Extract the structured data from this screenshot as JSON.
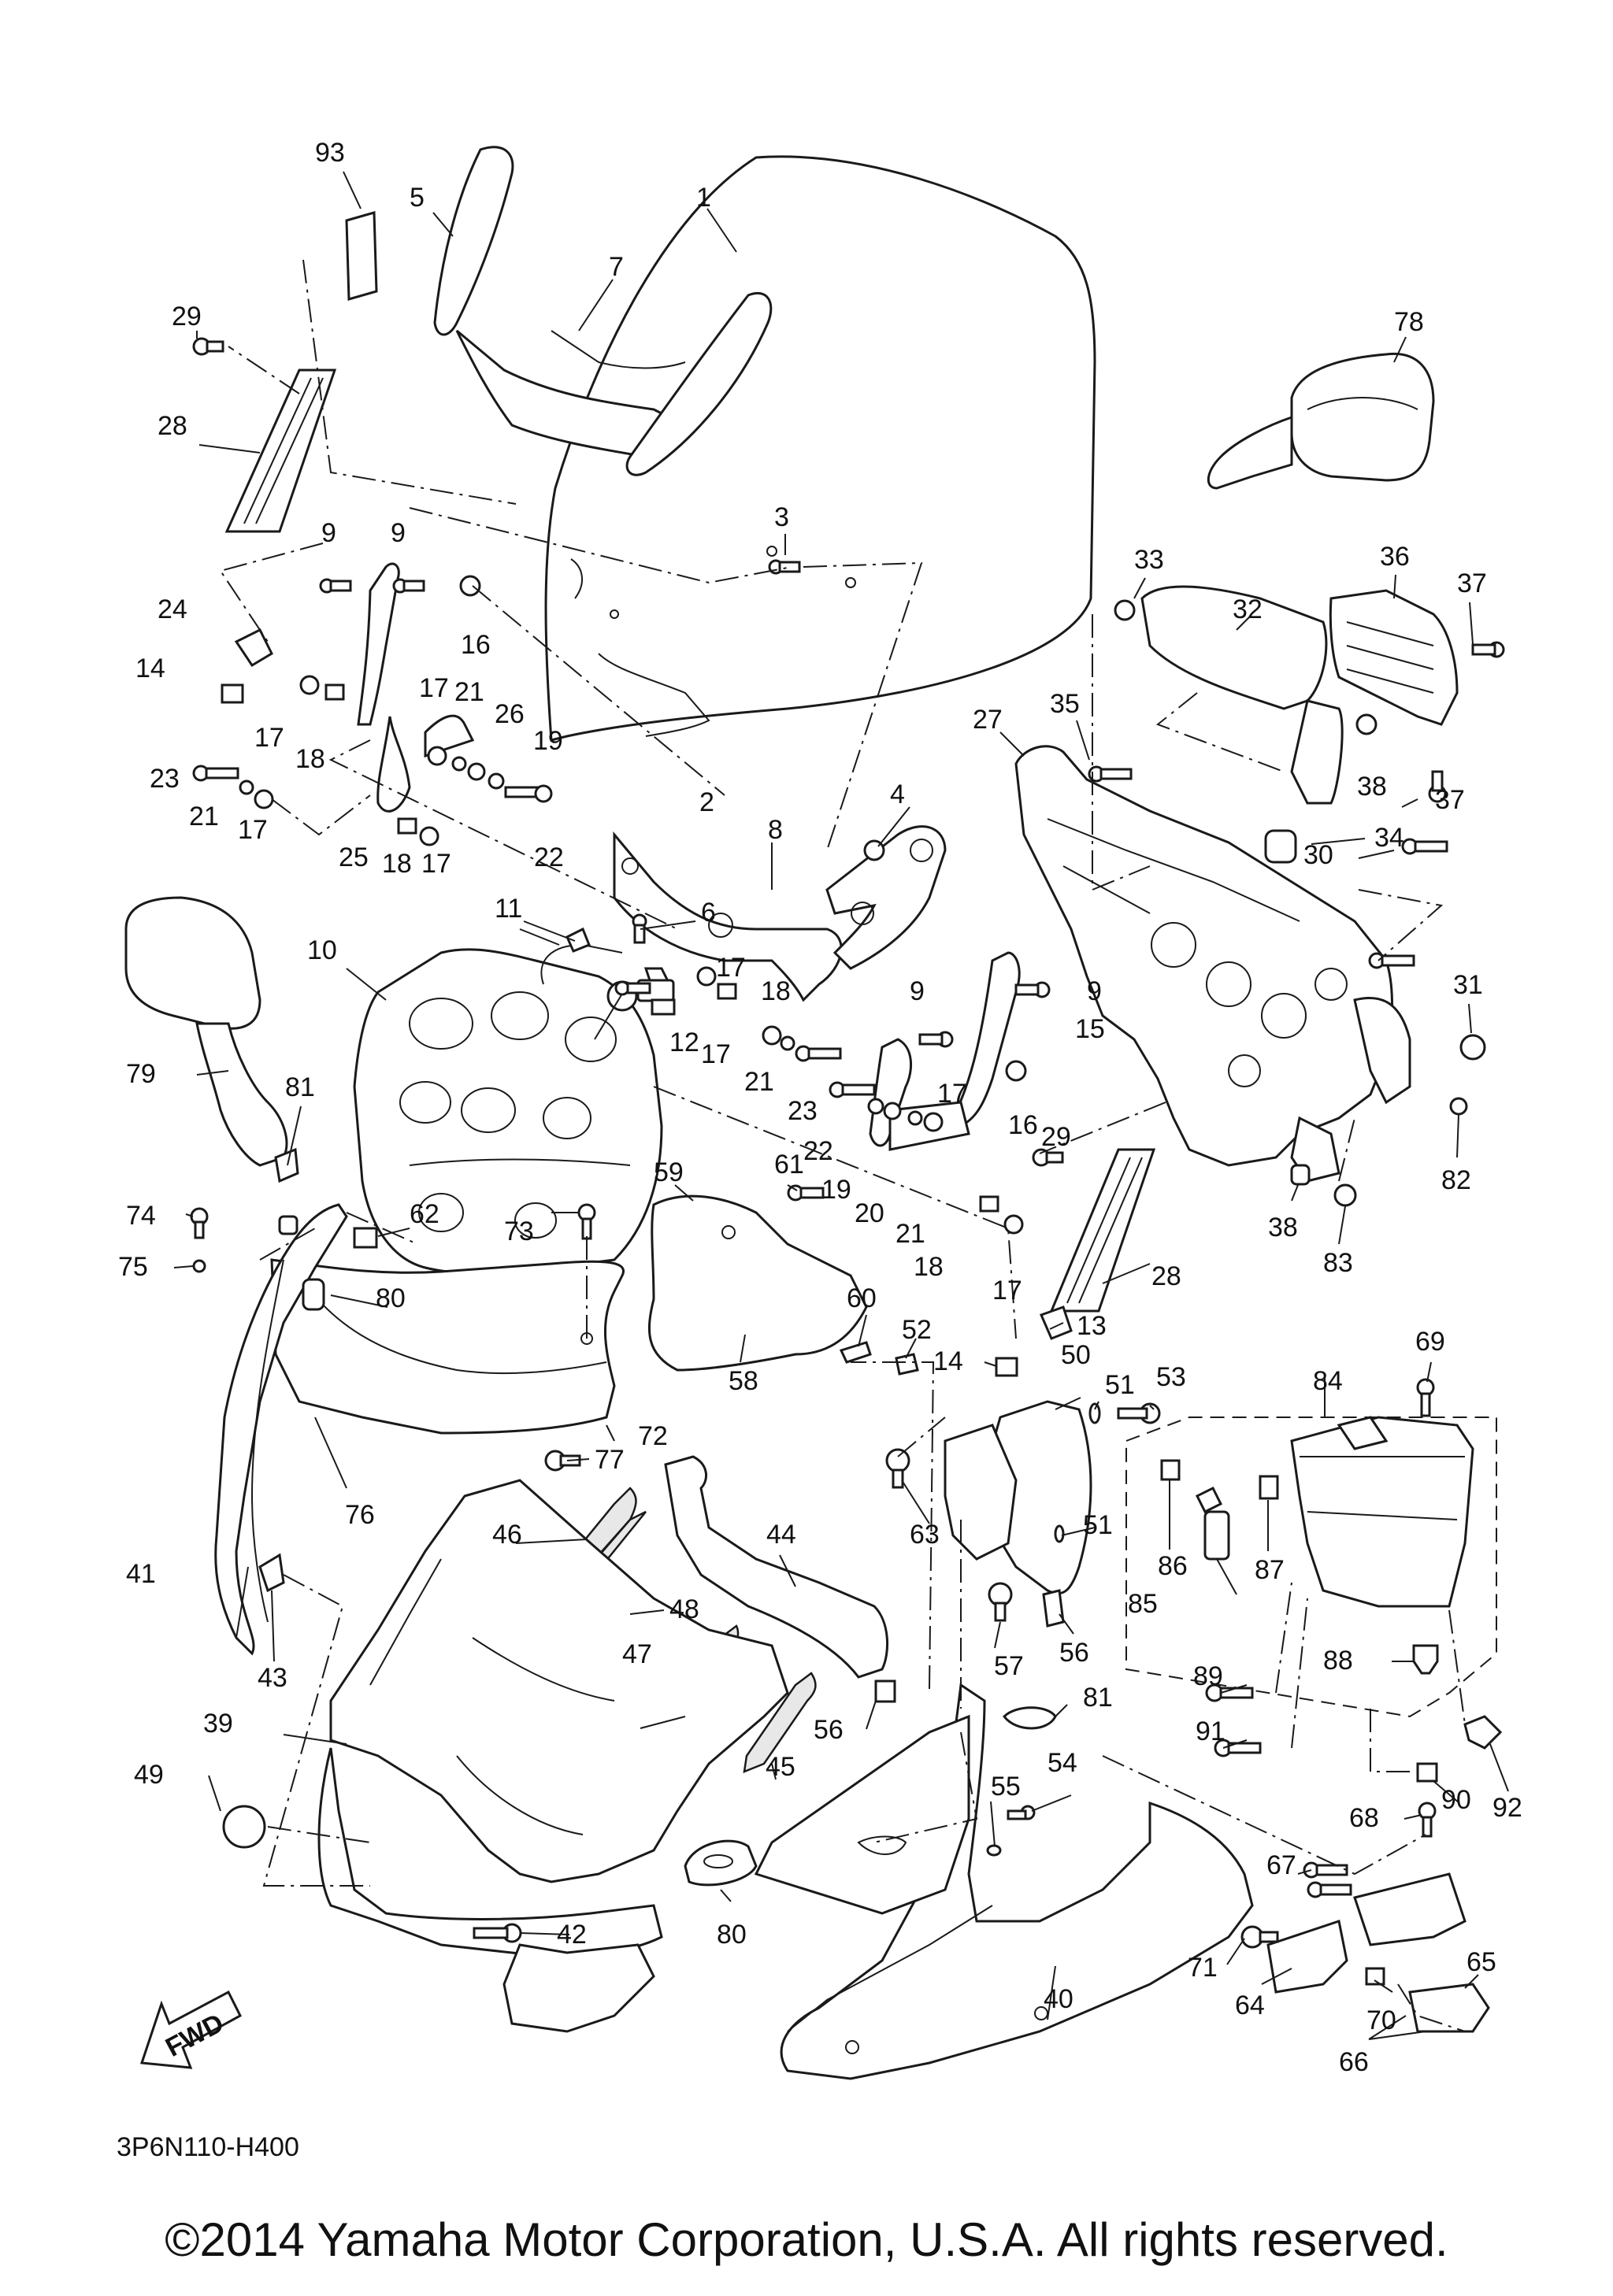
{
  "diagram_code": "3P6N110-H400",
  "copyright": "©2014 Yamaha Motor Corporation, U.S.A. All rights reserved.",
  "fwd_arrow_text": "FWD",
  "callouts": [
    {
      "id": "c1",
      "text": "1"
    },
    {
      "id": "c2",
      "text": "2"
    },
    {
      "id": "c3",
      "text": "3"
    },
    {
      "id": "c4",
      "text": "4"
    },
    {
      "id": "c5",
      "text": "5"
    },
    {
      "id": "c6",
      "text": "6"
    },
    {
      "id": "c7",
      "text": "7"
    },
    {
      "id": "c8",
      "text": "8"
    },
    {
      "id": "c9a",
      "text": "9"
    },
    {
      "id": "c9b",
      "text": "9"
    },
    {
      "id": "c9c",
      "text": "9"
    },
    {
      "id": "c9d",
      "text": "9"
    },
    {
      "id": "c10",
      "text": "10"
    },
    {
      "id": "c11",
      "text": "11"
    },
    {
      "id": "c12",
      "text": "12"
    },
    {
      "id": "c13",
      "text": "13"
    },
    {
      "id": "c14a",
      "text": "14"
    },
    {
      "id": "c14b",
      "text": "14"
    },
    {
      "id": "c15",
      "text": "15"
    },
    {
      "id": "c16a",
      "text": "16"
    },
    {
      "id": "c16b",
      "text": "16"
    },
    {
      "id": "c17a",
      "text": "17"
    },
    {
      "id": "c17b",
      "text": "17"
    },
    {
      "id": "c17c",
      "text": "17"
    },
    {
      "id": "c17d",
      "text": "17"
    },
    {
      "id": "c17e",
      "text": "17"
    },
    {
      "id": "c17f",
      "text": "17"
    },
    {
      "id": "c17g",
      "text": "17"
    },
    {
      "id": "c17h",
      "text": "17"
    },
    {
      "id": "c18a",
      "text": "18"
    },
    {
      "id": "c18b",
      "text": "18"
    },
    {
      "id": "c18c",
      "text": "18"
    },
    {
      "id": "c18d",
      "text": "18"
    },
    {
      "id": "c19a",
      "text": "19"
    },
    {
      "id": "c19b",
      "text": "19"
    },
    {
      "id": "c20",
      "text": "20"
    },
    {
      "id": "c21a",
      "text": "21"
    },
    {
      "id": "c21b",
      "text": "21"
    },
    {
      "id": "c21c",
      "text": "21"
    },
    {
      "id": "c21d",
      "text": "21"
    },
    {
      "id": "c22a",
      "text": "22"
    },
    {
      "id": "c22b",
      "text": "22"
    },
    {
      "id": "c23a",
      "text": "23"
    },
    {
      "id": "c23b",
      "text": "23"
    },
    {
      "id": "c24",
      "text": "24"
    },
    {
      "id": "c25",
      "text": "25"
    },
    {
      "id": "c26",
      "text": "26"
    },
    {
      "id": "c27",
      "text": "27"
    },
    {
      "id": "c28a",
      "text": "28"
    },
    {
      "id": "c28b",
      "text": "28"
    },
    {
      "id": "c29a",
      "text": "29"
    },
    {
      "id": "c29b",
      "text": "29"
    },
    {
      "id": "c30",
      "text": "30"
    },
    {
      "id": "c31",
      "text": "31"
    },
    {
      "id": "c32",
      "text": "32"
    },
    {
      "id": "c33",
      "text": "33"
    },
    {
      "id": "c34",
      "text": "34"
    },
    {
      "id": "c35",
      "text": "35"
    },
    {
      "id": "c36",
      "text": "36"
    },
    {
      "id": "c37a",
      "text": "37"
    },
    {
      "id": "c37b",
      "text": "37"
    },
    {
      "id": "c38a",
      "text": "38"
    },
    {
      "id": "c38b",
      "text": "38"
    },
    {
      "id": "c39",
      "text": "39"
    },
    {
      "id": "c40",
      "text": "40"
    },
    {
      "id": "c41",
      "text": "41"
    },
    {
      "id": "c42",
      "text": "42"
    },
    {
      "id": "c43",
      "text": "43"
    },
    {
      "id": "c44",
      "text": "44"
    },
    {
      "id": "c45",
      "text": "45"
    },
    {
      "id": "c46",
      "text": "46"
    },
    {
      "id": "c47",
      "text": "47"
    },
    {
      "id": "c48",
      "text": "48"
    },
    {
      "id": "c49",
      "text": "49"
    },
    {
      "id": "c50",
      "text": "50"
    },
    {
      "id": "c51a",
      "text": "51"
    },
    {
      "id": "c51b",
      "text": "51"
    },
    {
      "id": "c52",
      "text": "52"
    },
    {
      "id": "c53",
      "text": "53"
    },
    {
      "id": "c54",
      "text": "54"
    },
    {
      "id": "c55",
      "text": "55"
    },
    {
      "id": "c56a",
      "text": "56"
    },
    {
      "id": "c56b",
      "text": "56"
    },
    {
      "id": "c57",
      "text": "57"
    },
    {
      "id": "c58",
      "text": "58"
    },
    {
      "id": "c59",
      "text": "59"
    },
    {
      "id": "c60",
      "text": "60"
    },
    {
      "id": "c61",
      "text": "61"
    },
    {
      "id": "c62",
      "text": "62"
    },
    {
      "id": "c63",
      "text": "63"
    },
    {
      "id": "c64",
      "text": "64"
    },
    {
      "id": "c65",
      "text": "65"
    },
    {
      "id": "c66",
      "text": "66"
    },
    {
      "id": "c67",
      "text": "67"
    },
    {
      "id": "c68",
      "text": "68"
    },
    {
      "id": "c69",
      "text": "69"
    },
    {
      "id": "c70",
      "text": "70"
    },
    {
      "id": "c71",
      "text": "71"
    },
    {
      "id": "c72",
      "text": "72"
    },
    {
      "id": "c73",
      "text": "73"
    },
    {
      "id": "c74",
      "text": "74"
    },
    {
      "id": "c75",
      "text": "75"
    },
    {
      "id": "c76",
      "text": "76"
    },
    {
      "id": "c77",
      "text": "77"
    },
    {
      "id": "c78",
      "text": "78"
    },
    {
      "id": "c79",
      "text": "79"
    },
    {
      "id": "c80a",
      "text": "80"
    },
    {
      "id": "c80b",
      "text": "80"
    },
    {
      "id": "c81a",
      "text": "81"
    },
    {
      "id": "c81b",
      "text": "81"
    },
    {
      "id": "c82",
      "text": "82"
    },
    {
      "id": "c83",
      "text": "83"
    },
    {
      "id": "c84",
      "text": "84"
    },
    {
      "id": "c85",
      "text": "85"
    },
    {
      "id": "c86",
      "text": "86"
    },
    {
      "id": "c87",
      "text": "87"
    },
    {
      "id": "c88",
      "text": "88"
    },
    {
      "id": "c89",
      "text": "89"
    },
    {
      "id": "c90",
      "text": "90"
    },
    {
      "id": "c91",
      "text": "91"
    },
    {
      "id": "c92",
      "text": "92"
    },
    {
      "id": "c93",
      "text": "93"
    }
  ]
}
